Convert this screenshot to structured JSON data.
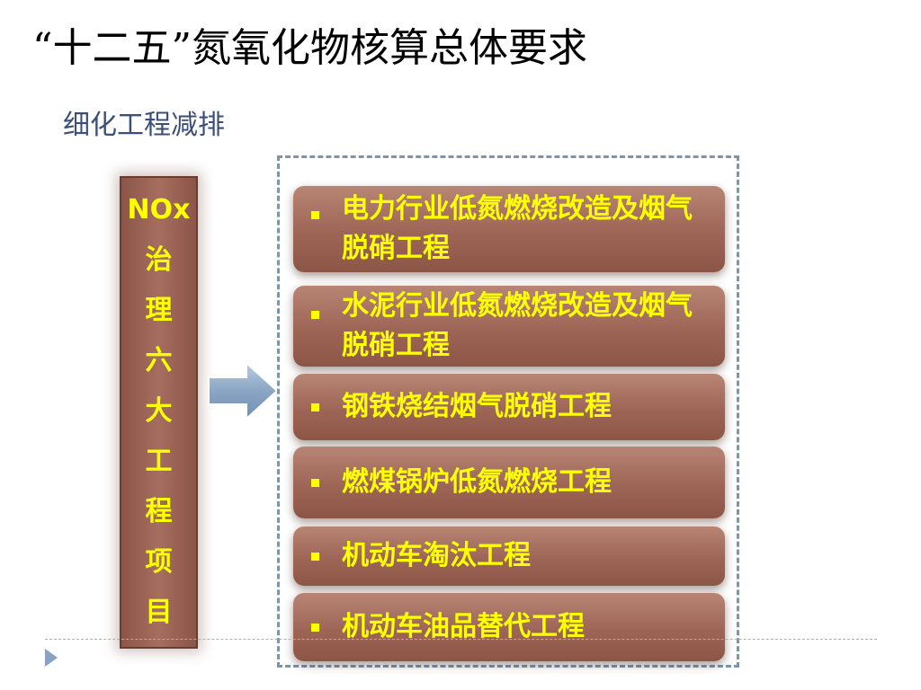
{
  "slide": {
    "title": "“十二五”氮氧化物核算总体要求",
    "subtitle": "细化工程减排"
  },
  "vertical_label": {
    "lines": [
      "NOx",
      "治",
      "理",
      "六",
      "大",
      "工",
      "程",
      "项",
      "目"
    ]
  },
  "items": [
    {
      "label": "电力行业低氮燃烧改造及烟气脱硝工程"
    },
    {
      "label": "水泥行业低氮燃烧改造及烟气脱硝工程"
    },
    {
      "label": "钢铁烧结烟气脱硝工程"
    },
    {
      "label": "燃煤锅炉低氮燃烧工程"
    },
    {
      "label": "机动车淘汰工程"
    },
    {
      "label": "机动车油品替代工程"
    }
  ],
  "colors": {
    "label_text": "#ffff00",
    "box_fill": "#9d6555",
    "dashed_frame": "#7f93a9",
    "subtitle": "#3b4f7a",
    "arrow": "#8aa6c4"
  },
  "icons": {
    "arrow": "right-arrow-icon",
    "bullet": "square-bullet-icon",
    "footer": "triangle-play-icon"
  }
}
